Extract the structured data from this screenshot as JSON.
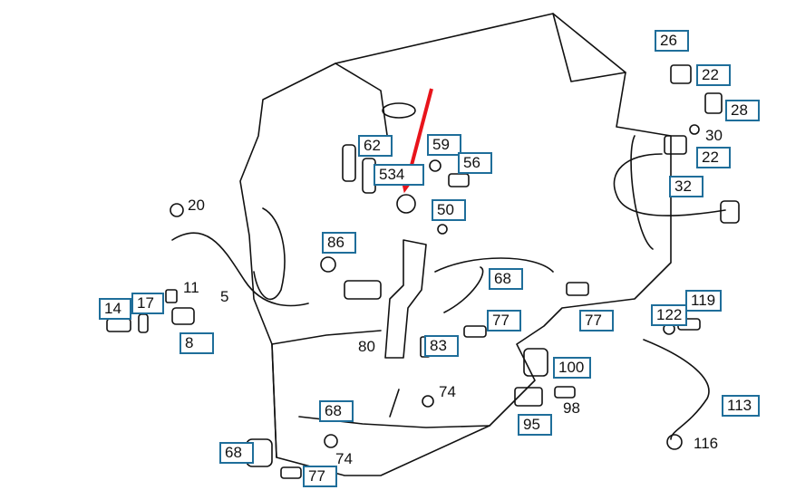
{
  "callouts": [
    {
      "id": "c26",
      "text": "26"
    },
    {
      "id": "c22a",
      "text": "22"
    },
    {
      "id": "c28",
      "text": "28"
    },
    {
      "id": "c22b",
      "text": "22"
    },
    {
      "id": "c32",
      "text": "32"
    },
    {
      "id": "c62",
      "text": "62"
    },
    {
      "id": "c59",
      "text": "59"
    },
    {
      "id": "c56",
      "text": "56"
    },
    {
      "id": "c534",
      "text": "534"
    },
    {
      "id": "c50",
      "text": "50"
    },
    {
      "id": "c86",
      "text": "86"
    },
    {
      "id": "c68a",
      "text": "68"
    },
    {
      "id": "c77a",
      "text": "77"
    },
    {
      "id": "c77b",
      "text": "77"
    },
    {
      "id": "c119",
      "text": "119"
    },
    {
      "id": "c122",
      "text": "122"
    },
    {
      "id": "c14",
      "text": "14"
    },
    {
      "id": "c17",
      "text": "17"
    },
    {
      "id": "c8",
      "text": "8"
    },
    {
      "id": "c83",
      "text": "83"
    },
    {
      "id": "c100",
      "text": "100"
    },
    {
      "id": "c95",
      "text": "95"
    },
    {
      "id": "c113",
      "text": "113"
    },
    {
      "id": "c68b",
      "text": "68"
    },
    {
      "id": "c68c",
      "text": "68"
    },
    {
      "id": "c77c",
      "text": "77"
    }
  ],
  "labels": [
    {
      "id": "l30",
      "text": "30"
    },
    {
      "id": "l20",
      "text": "20"
    },
    {
      "id": "l11",
      "text": "11"
    },
    {
      "id": "l5",
      "text": "5"
    },
    {
      "id": "l80",
      "text": "80"
    },
    {
      "id": "l74a",
      "text": "74"
    },
    {
      "id": "l98",
      "text": "98"
    },
    {
      "id": "l116",
      "text": "116"
    },
    {
      "id": "l74b",
      "text": "74"
    }
  ],
  "colors": {
    "callout_border": "#1f6e9a",
    "arrow": "#e8141b",
    "lines": "#111111"
  }
}
